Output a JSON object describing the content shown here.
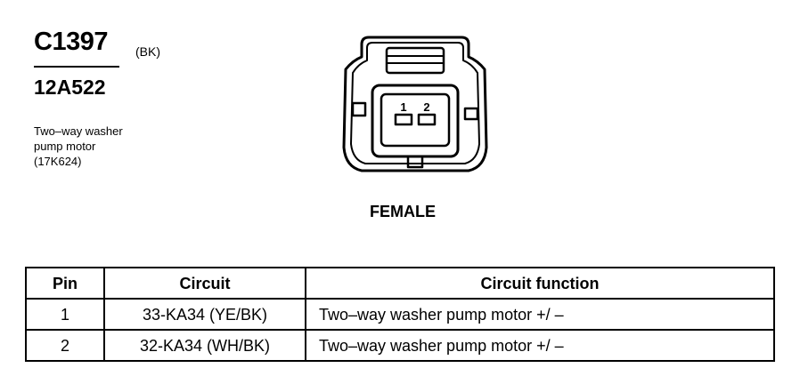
{
  "connector": {
    "code": "C1397",
    "color": "(BK)",
    "part_number": "12A522",
    "description_lines": [
      "Two–way washer",
      "pump motor",
      "(17K624)"
    ],
    "gender": "FEMALE",
    "cavity_labels": [
      "1",
      "2"
    ]
  },
  "table": {
    "headers": [
      "Pin",
      "Circuit",
      "Circuit function"
    ],
    "rows": [
      {
        "pin": "1",
        "circuit": "33-KA34 (YE/BK)",
        "function": "Two–way washer pump motor  +/ –"
      },
      {
        "pin": "2",
        "circuit": "32-KA34 (WH/BK)",
        "function": "Two–way washer pump motor  +/ –"
      }
    ]
  }
}
